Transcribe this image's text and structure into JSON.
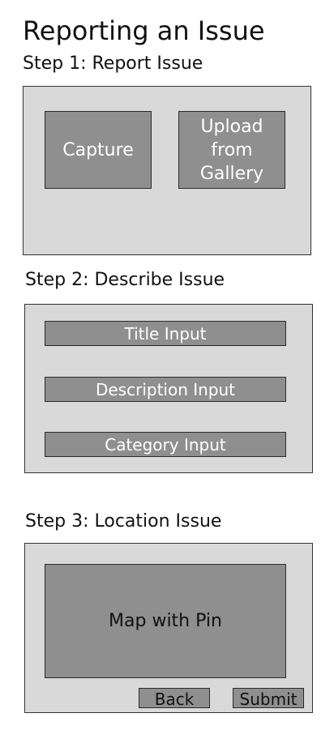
{
  "page": {
    "title": "Reporting an Issue"
  },
  "step1": {
    "heading": "Step 1: Report Issue",
    "capture_label": "Capture",
    "upload_label": "Upload\nfrom\nGallery"
  },
  "step2": {
    "heading": "Step 2: Describe Issue",
    "title_input": "Title Input",
    "description_input": "Description Input",
    "category_input": "Category Input"
  },
  "step3": {
    "heading": "Step 3: Location Issue",
    "map_label": "Map with Pin",
    "back_label": "Back",
    "submit_label": "Submit"
  },
  "colors": {
    "panel": "#d9d9d9",
    "control": "#8f8f8f",
    "border": "#333333"
  }
}
